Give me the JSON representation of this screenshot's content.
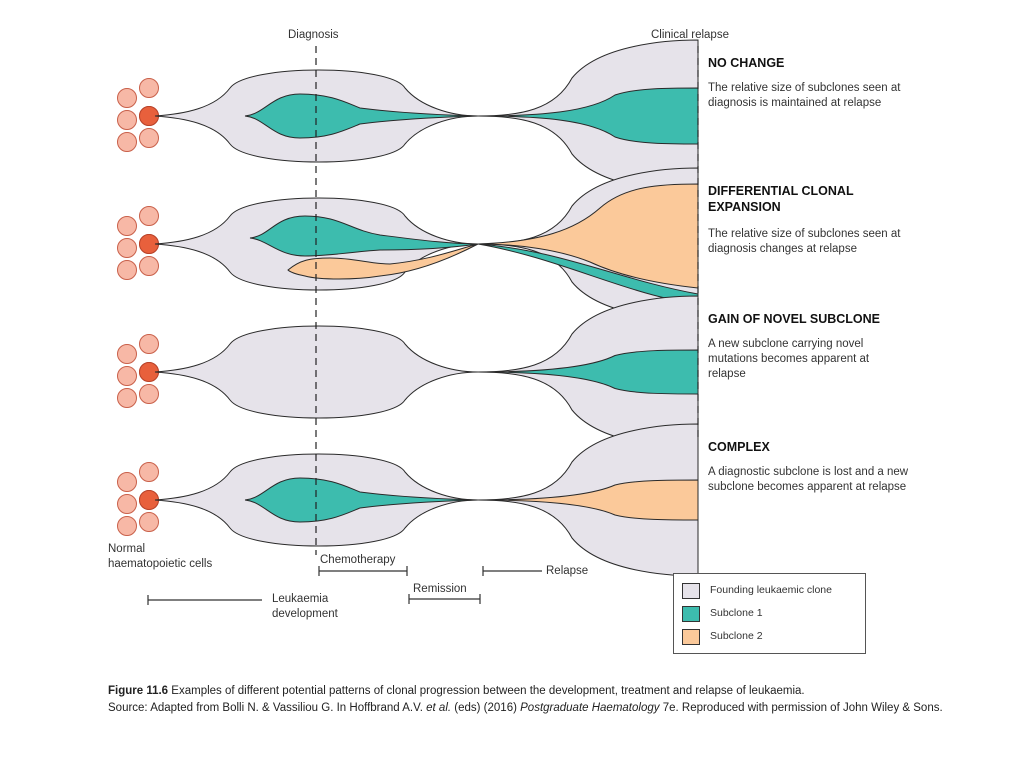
{
  "axis_labels": {
    "diagnosis": "Diagnosis",
    "clinical_relapse": "Clinical relapse"
  },
  "patterns": [
    {
      "title": "NO CHANGE",
      "description": "The relative size of subclones seen at diagnosis is maintained at relapse"
    },
    {
      "title": "DIFFERENTIAL CLONAL EXPANSION",
      "description": "The relative size of subclones seen at diagnosis changes at relapse"
    },
    {
      "title": "GAIN OF NOVEL SUBCLONE",
      "description": "A new subclone carrying novel mutations becomes apparent at relapse"
    },
    {
      "title": "COMPLEX",
      "description": "A diagnostic subclone is lost and a new subclone becomes apparent at relapse"
    }
  ],
  "normal_cells_label": "Normal haematopoietic cells",
  "phases": {
    "chemotherapy": "Chemotherapy",
    "remission": "Remission",
    "relapse": "Relapse",
    "leukaemia_development": "Leukaemia development"
  },
  "legend": [
    {
      "label": "Founding leukaemic clone",
      "color": "#e6e3ea"
    },
    {
      "label": "Subclone 1",
      "color": "#3dbcae"
    },
    {
      "label": "Subclone 2",
      "color": "#fbc99a"
    }
  ],
  "caption": {
    "figure_label": "Figure 11.6",
    "text": "Examples of different potential patterns of clonal progression between the development, treatment and relapse of leukaemia.",
    "source_prefix": "Source: Adapted from Bolli N. & Vassiliou G. In Hoffbrand A.V.",
    "source_etal": "et al.",
    "source_mid": "(eds) (2016)",
    "source_book": "Postgraduate Haematology",
    "source_suffix": "7e. Reproduced with permission of John Wiley & Sons."
  },
  "colors": {
    "founding_clone": "#e6e3ea",
    "subclone1": "#3dbcae",
    "subclone2": "#fbc99a",
    "normal_cell": "#f7b8a6",
    "highlight_cell": "#e8603c",
    "outline": "#2a2a2a"
  }
}
